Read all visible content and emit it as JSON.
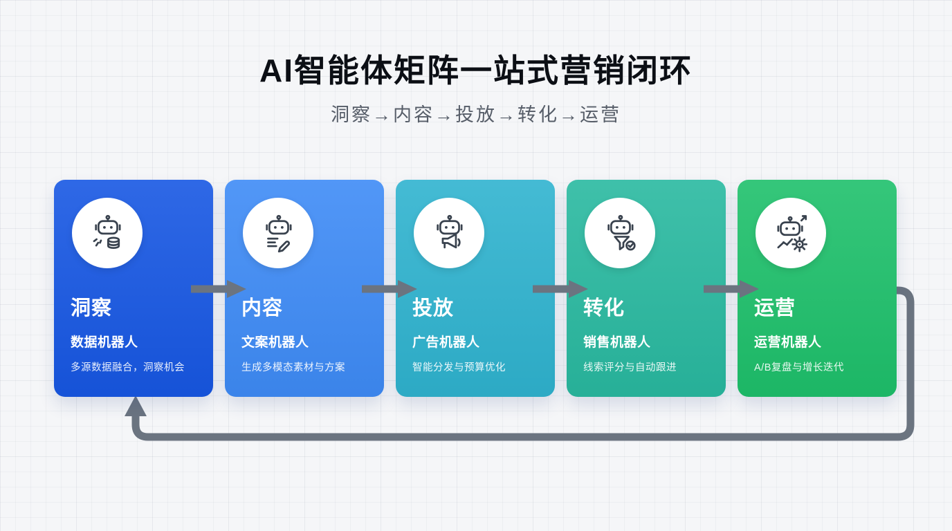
{
  "header": {
    "title": "AI智能体矩阵一站式营销闭环",
    "subtitle": "洞察→内容→投放→转化→运营"
  },
  "flow": {
    "arrow_color": "#6b7480",
    "loop_description": "closed-loop arrow from last stage back to first stage"
  },
  "cards": [
    {
      "stage": "洞察",
      "robot_name": "数据机器人",
      "description": "多源数据融合，洞察机会",
      "color": "#1757e3",
      "icon": "data-robot-icon"
    },
    {
      "stage": "内容",
      "robot_name": "文案机器人",
      "description": "生成多模态素材与方案",
      "color": "#3e8bf6",
      "icon": "copywriting-robot-icon"
    },
    {
      "stage": "投放",
      "robot_name": "广告机器人",
      "description": "智能分发与预算优化",
      "color": "#2fb3cf",
      "icon": "ad-robot-icon"
    },
    {
      "stage": "转化",
      "robot_name": "销售机器人",
      "description": "线索评分与自动跟进",
      "color": "#29b9a0",
      "icon": "sales-robot-icon"
    },
    {
      "stage": "运营",
      "robot_name": "运营机器人",
      "description": "A/B复盘与增长迭代",
      "color": "#1ec06b",
      "icon": "operations-robot-icon"
    }
  ]
}
